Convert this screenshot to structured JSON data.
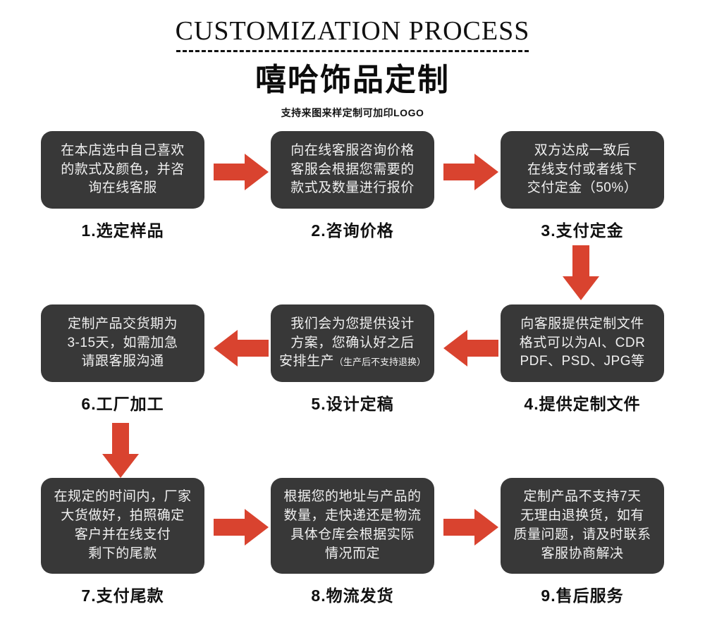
{
  "header": {
    "title_en": "CUSTOMIZATION PROCESS",
    "title_cn": "嘻哈饰品定制",
    "subtitle": "支持来图来样定制可加印LOGO"
  },
  "colors": {
    "box_bg": "#383838",
    "box_text": "#f0f0f0",
    "arrow_red": "#d9432f",
    "page_bg": "#ffffff",
    "label_text": "#101010"
  },
  "steps": [
    {
      "number": "1",
      "label": "1.选定样品",
      "lines": [
        "在本店选中自己喜欢",
        "的款式及颜色，并咨",
        "询在线客服"
      ],
      "note": ""
    },
    {
      "number": "2",
      "label": "2.咨询价格",
      "lines": [
        "向在线客服咨询价格",
        "客服会根据您需要的",
        "款式及数量进行报价"
      ],
      "note": ""
    },
    {
      "number": "3",
      "label": "3.支付定金",
      "lines": [
        "双方达成一致后",
        "在线支付或者线下",
        "交付定金（50%）"
      ],
      "note": ""
    },
    {
      "number": "4",
      "label": "4.提供定制文件",
      "lines": [
        "向客服提供定制文件",
        "格式可以为AI、CDR",
        "PDF、PSD、JPG等"
      ],
      "note": ""
    },
    {
      "number": "5",
      "label": "5.设计定稿",
      "lines": [
        "我们会为您提供设计",
        "方案，您确认好之后",
        "安排生产"
      ],
      "note": "（生产后不支持退换）"
    },
    {
      "number": "6",
      "label": "6.工厂加工",
      "lines": [
        "定制产品交货期为",
        "3-15天，如需加急",
        "请跟客服沟通"
      ],
      "note": ""
    },
    {
      "number": "7",
      "label": "7.支付尾款",
      "lines": [
        "在规定的时间内，厂家",
        "大货做好，拍照确定",
        "客户并在线支付",
        "剩下的尾款"
      ],
      "note": ""
    },
    {
      "number": "8",
      "label": "8.物流发货",
      "lines": [
        "根据您的地址与产品的",
        "数量，走快递还是物流",
        "具体仓库会根据实际",
        "情况而定"
      ],
      "note": ""
    },
    {
      "number": "9",
      "label": "9.售后服务",
      "lines": [
        "定制产品不支持7天",
        "无理由退换货，如有",
        "质量问题，请及时联系",
        "客服协商解决"
      ],
      "note": ""
    }
  ],
  "arrows": [
    {
      "name": "arrow-right-step1-to-step2",
      "direction": "right"
    },
    {
      "name": "arrow-right-step2-to-step3",
      "direction": "right"
    },
    {
      "name": "arrow-down-step3-to-step4",
      "direction": "down"
    },
    {
      "name": "arrow-left-step4-to-step5",
      "direction": "left"
    },
    {
      "name": "arrow-left-step5-to-step6",
      "direction": "left"
    },
    {
      "name": "arrow-down-step6-to-step7",
      "direction": "down"
    },
    {
      "name": "arrow-right-step7-to-step8",
      "direction": "right"
    },
    {
      "name": "arrow-right-step8-to-step9",
      "direction": "right"
    }
  ]
}
